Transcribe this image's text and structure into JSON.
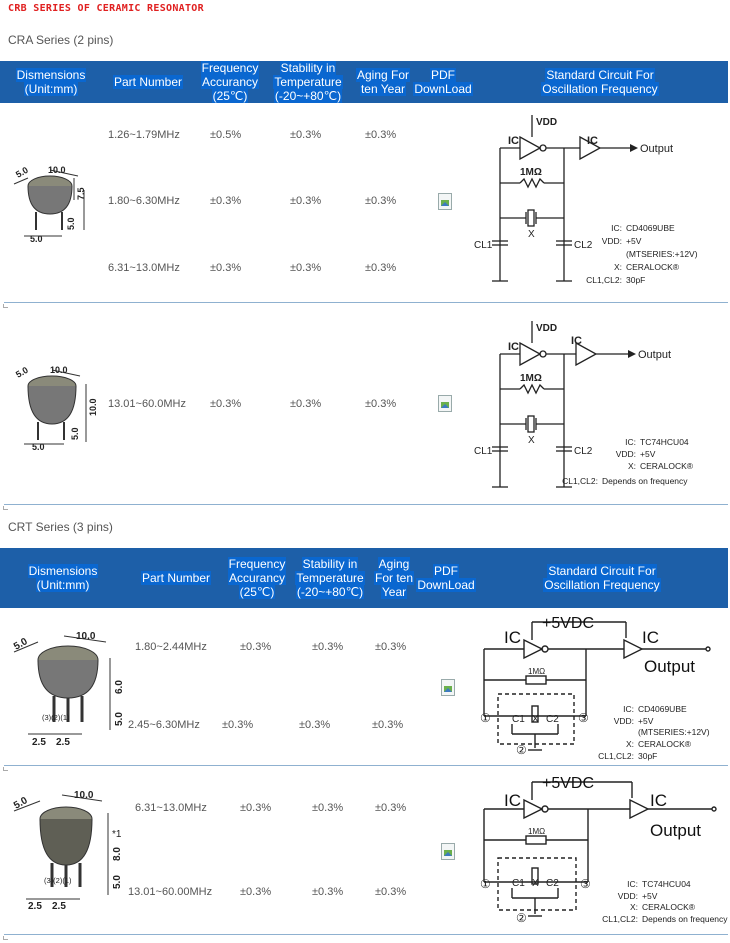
{
  "page_title": "CRB SERIES OF CERAMIC RESONATOR",
  "cra": {
    "title": "CRA Series (2 pins)",
    "headers": {
      "dimensions": [
        "Dismensions",
        "(Unit:mm)"
      ],
      "part_number": [
        "Part Number"
      ],
      "frequency_accuracy": [
        "Frequency",
        "Accurancy",
        "(25℃)"
      ],
      "stability": [
        "Stability in",
        "Temperature",
        "(-20~+80℃)"
      ],
      "aging": [
        "Aging For",
        "ten Year"
      ],
      "pdf": [
        "PDF",
        "DownLoad"
      ],
      "circuit": [
        "Standard Circuit For",
        "Oscillation Frequency"
      ]
    },
    "rows": [
      {
        "part": "1.26~1.79MHz",
        "accuracy": "±0.5%",
        "stability": "±0.3%",
        "aging": "±0.3%"
      },
      {
        "part": "1.80~6.30MHz",
        "accuracy": "±0.3%",
        "stability": "±0.3%",
        "aging": "±0.3%"
      },
      {
        "part": "6.31~13.0MHz",
        "accuracy": "±0.3%",
        "stability": "±0.3%",
        "aging": "±0.3%"
      },
      {
        "part": "13.01~60.0MHz",
        "accuracy": "±0.3%",
        "stability": "±0.3%",
        "aging": "±0.3%"
      }
    ],
    "dims1": {
      "top": "10.0",
      "side": "5.0",
      "h1": "7.5",
      "h2": "5.0",
      "bottom": "5.0"
    },
    "dims2": {
      "top": "10.0",
      "side": "5.0",
      "h1": "10.0",
      "h2": "5.0",
      "bottom": "5.0"
    },
    "circuit1": {
      "ic": "IC",
      "vdd": "VDD",
      "output": "Output",
      "resistor": "1MΩ",
      "crystal": "X",
      "cl1": "CL1",
      "cl2": "CL2",
      "legend": [
        {
          "k": "IC:",
          "v": "CD4069UBE"
        },
        {
          "k": "VDD:",
          "v": "+5V"
        },
        {
          "k": "",
          "v": "(MTSERIES:+12V)"
        },
        {
          "k": "X:",
          "v": "CERALOCK®"
        },
        {
          "k": "CL1,CL2:",
          "v": "30pF"
        }
      ]
    },
    "circuit2": {
      "ic": "IC",
      "vdd": "VDD",
      "output": "Output",
      "resistor": "1MΩ",
      "crystal": "X",
      "cl1": "CL1",
      "cl2": "CL2",
      "legend": [
        {
          "k": "IC:",
          "v": "TC74HCU04"
        },
        {
          "k": "VDD:",
          "v": "+5V"
        },
        {
          "k": "X:",
          "v": "CERALOCK®"
        },
        {
          "k": "CL1,CL2:",
          "v": "Depends on frequency"
        }
      ]
    }
  },
  "crt": {
    "title": "CRT Series (3 pins)",
    "headers": {
      "dimensions": [
        "Dismensions",
        "(Unit:mm)"
      ],
      "part_number": [
        "Part Number"
      ],
      "frequency_accuracy": [
        "Frequency",
        "Accurancy",
        "(25℃)"
      ],
      "stability": [
        "Stability in",
        "Temperature",
        "(-20~+80℃)"
      ],
      "aging": [
        "Aging",
        "For ten",
        "Year"
      ],
      "pdf": [
        "PDF",
        "DownLoad"
      ],
      "circuit": [
        "Standard Circuit For",
        "Oscillation Frequency"
      ]
    },
    "rows": [
      {
        "part": "1.80~2.44MHz",
        "accuracy": "±0.3%",
        "stability": "±0.3%",
        "aging": "±0.3%"
      },
      {
        "part": "2.45~6.30MHz",
        "accuracy": "±0.3%",
        "stability": "±0.3%",
        "aging": "±0.3%"
      },
      {
        "part": "6.31~13.0MHz",
        "accuracy": "±0.3%",
        "stability": "±0.3%",
        "aging": "±0.3%"
      },
      {
        "part": "13.01~60.00MHz",
        "accuracy": "±0.3%",
        "stability": "±0.3%",
        "aging": "±0.3%"
      }
    ],
    "dims1": {
      "top": "10.0",
      "side": "5.0",
      "h1": "6.0",
      "h2": "5.0",
      "b1": "2.5",
      "b2": "2.5",
      "pins": "(3)(2)(1)"
    },
    "dims2": {
      "top": "10.0",
      "side": "5.0",
      "h1": "8.0",
      "h2": "5.0",
      "b1": "2.5",
      "b2": "2.5",
      "pins": "(3)(2)(1)",
      "star": "*1"
    },
    "circuit1": {
      "ic": "IC",
      "vdc": "+5VDC",
      "output": "Output",
      "resistor": "1MΩ",
      "c1": "C1",
      "c2": "C2",
      "crystal": "X",
      "n1": "①",
      "n2": "②",
      "n3": "③",
      "legend": [
        {
          "k": "IC:",
          "v": "CD4069UBE"
        },
        {
          "k": "VDD:",
          "v": "+5V"
        },
        {
          "k": "",
          "v": "(MTSERIES:+12V)"
        },
        {
          "k": "X:",
          "v": "CERALOCK®"
        },
        {
          "k": "CL1,CL2:",
          "v": "30pF"
        }
      ]
    },
    "circuit2": {
      "ic": "IC",
      "vdc": "+5VDC",
      "output": "Output",
      "resistor": "1MΩ",
      "c1": "C1",
      "c2": "C2",
      "crystal": "X",
      "n1": "①",
      "n2": "②",
      "n3": "③",
      "legend": [
        {
          "k": "IC:",
          "v": "TC74HCU04"
        },
        {
          "k": "VDD:",
          "v": "+5V"
        },
        {
          "k": "X:",
          "v": "CERALOCK®"
        },
        {
          "k": "CL1,CL2:",
          "v": "Depends on frequency"
        }
      ]
    }
  }
}
